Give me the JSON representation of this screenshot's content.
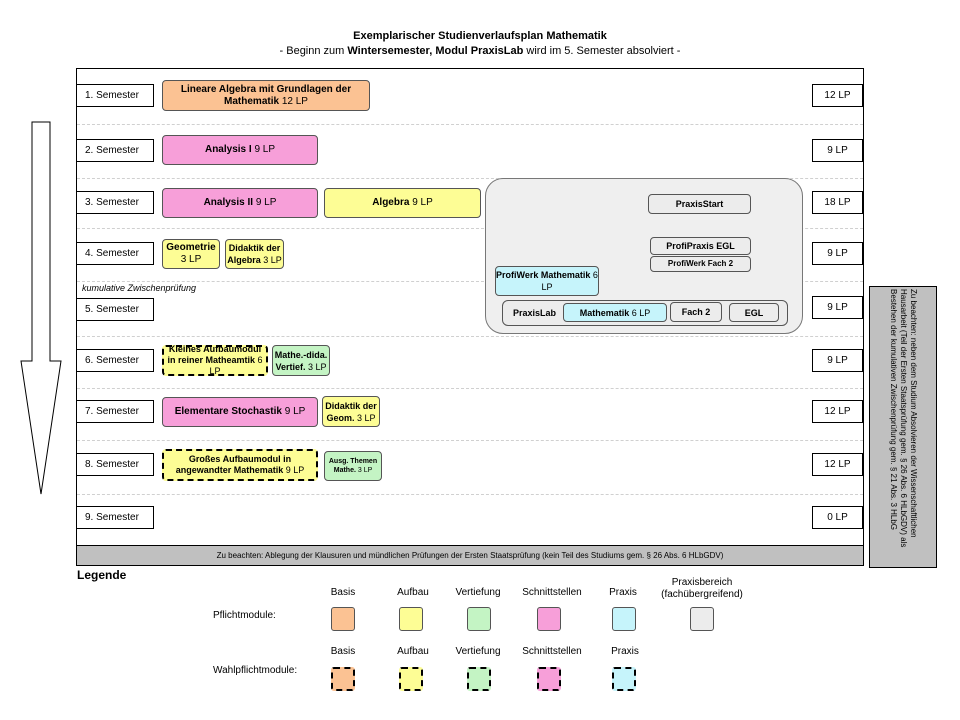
{
  "title": "Exemplarischer Studienverlaufsplan Mathematik",
  "subtitle": {
    "pre": "- Beginn zum ",
    "wise": "Wintersemester, Modul PraxisLab",
    "post": " wird im 5. Semester absolviert -"
  },
  "semesters": [
    {
      "label": "1. Semester",
      "lp": "12 LP"
    },
    {
      "label": "2. Semester",
      "lp": "9 LP"
    },
    {
      "label": "3. Semester",
      "lp": "18 LP"
    },
    {
      "label": "4. Semester",
      "lp": "9 LP"
    },
    {
      "label": "5. Semester",
      "lp": "9 LP"
    },
    {
      "label": "6. Semester",
      "lp": "9 LP"
    },
    {
      "label": "7. Semester",
      "lp": "12 LP"
    },
    {
      "label": "8. Semester",
      "lp": "12 LP"
    },
    {
      "label": "9. Semester",
      "lp": "0 LP"
    }
  ],
  "zwischenpruefung": "kumulative Zwischenprüfung",
  "modules": {
    "lineare_algebra": {
      "name": "Lineare Algebra mit Grundlagen der Mathematik",
      "lp": "12 LP"
    },
    "analysis1": {
      "name": "Analysis I",
      "lp": "9 LP"
    },
    "analysis2": {
      "name": "Analysis II",
      "lp": "9 LP"
    },
    "algebra": {
      "name": "Algebra",
      "lp": "9 LP"
    },
    "geometrie": {
      "name": "Geometrie",
      "lp": "3 LP"
    },
    "didaktik_algebra": {
      "name": "Didaktik der Algebra",
      "lp": "3 LP"
    },
    "kleines_aufbaumodul": {
      "name": "Kleines Aufbaumodul in reiner Matheamtik",
      "lp": "6 LP"
    },
    "mathe_dida": {
      "name": "Mathe.-dida. Vertief.",
      "lp": "3 LP"
    },
    "stochastik": {
      "name": "Elementare Stochastik",
      "lp": "9 LP"
    },
    "didaktik_geom": {
      "name": "Didaktik der Geom.",
      "lp": "3 LP"
    },
    "grosses_aufbaumodul": {
      "name": "Großes Aufbaumodul in angewandter Mathematik",
      "lp": "9 LP"
    },
    "ausg_themen": {
      "name": "Ausg. Themen Mathe.",
      "lp": "3 LP"
    }
  },
  "praxis": {
    "praxisstart": "PraxisStart",
    "profipraxis_egl": "ProfiPraxis EGL",
    "profiwerk_fach2": "ProfiWerk Fach 2",
    "profiwerk_name": "ProfiWerk Mathematik",
    "profiwerk_lp": "6 LP",
    "praxislab": "PraxisLab",
    "mathematik_name": "Mathematik",
    "mathematik_lp": "6 LP",
    "fach2": "Fach 2",
    "egl": "EGL"
  },
  "bottom_note": "Zu beachten: Ablegung der Klausuren und mündlichen Prüfungen der Ersten Staatsprüfung (kein Teil des Studiums gem. § 26 Abs. 6 HLbGDV)",
  "side_note": "Zu beachten: neben dem Studium Absolvieren der Wissenschaftlichen Hausarbeit (Teil der Ersten Staatsprüfung gem. § 26 Abs. 6 HLbGDV) als Bestehen der kumulativen Zwischenprüfung gem. § 21 Abs. 3 HLbG",
  "legend": {
    "title": "Legende",
    "categories": [
      "Basis",
      "Aufbau",
      "Vertiefung",
      "Schnittstellen",
      "Praxis",
      "Praxisbereich (fachübergreifend)"
    ],
    "pflicht_label": "Pflichtmodule:",
    "wahlpflicht_label": "Wahlpflichtmodule:",
    "colors": {
      "basis": "#fbc293",
      "aufbau": "#fdfd95",
      "vertiefung": "#c4f4c4",
      "schnittstellen": "#f79fd9",
      "praxis": "#c6f4fb",
      "praxisbereich": "#ececec"
    }
  }
}
